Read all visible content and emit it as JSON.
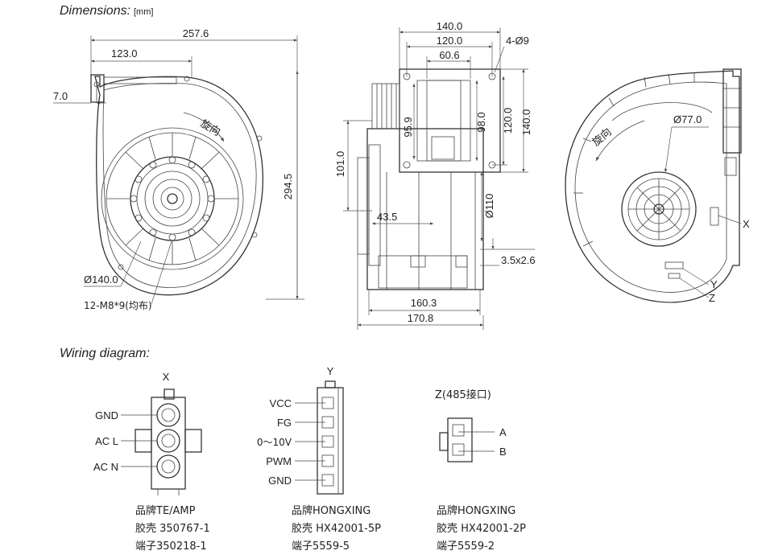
{
  "headings": {
    "dimensions": "Dimensions:",
    "dimensions_unit": "[mm]",
    "wiring": "Wiring diagram:"
  },
  "front_view": {
    "width": "257.6",
    "half_width": "123.0",
    "offset": "7.0",
    "height": "294.5",
    "hub_diameter": "Ø140.0",
    "bolts": "12-M8*9(均布)",
    "rotation": "旋向"
  },
  "side_view": {
    "flange_outer": "140.0",
    "hole_spacing": "120.0",
    "outlet_width": "60.6",
    "holes": "4-Ø9",
    "outlet_height": "95.9",
    "inner_height": "98.0",
    "hole_spacing_v": "120.0",
    "flange_outer_v": "140.0",
    "motor_height": "101.0",
    "motor_diameter": "Ø110",
    "depth_offset": "43.5",
    "slot": "3.5x2.6",
    "depth_inner": "160.3",
    "depth_total": "170.8"
  },
  "back_view": {
    "inlet_diameter": "Ø77.0",
    "rotation": "旋向",
    "conn_x": "X",
    "conn_y": "Y",
    "conn_z": "Z"
  },
  "connectors": [
    {
      "title": "X",
      "pins": [
        "GND",
        "AC L",
        "AC N"
      ],
      "brand": "品牌TE/AMP",
      "housing": "胶壳 350767-1",
      "terminal": "端子350218-1"
    },
    {
      "title": "Y",
      "pins": [
        "VCC",
        "FG",
        "0～10V",
        "PWM",
        "GND"
      ],
      "brand": "品牌HONGXING",
      "housing": "胶壳 HX42001-5P",
      "terminal": "端子5559-5"
    },
    {
      "title": "Z(485接口)",
      "pins": [
        "A",
        "B"
      ],
      "brand": "品牌HONGXING",
      "housing": "胶壳 HX42001-2P",
      "terminal": "端子5559-2"
    }
  ]
}
